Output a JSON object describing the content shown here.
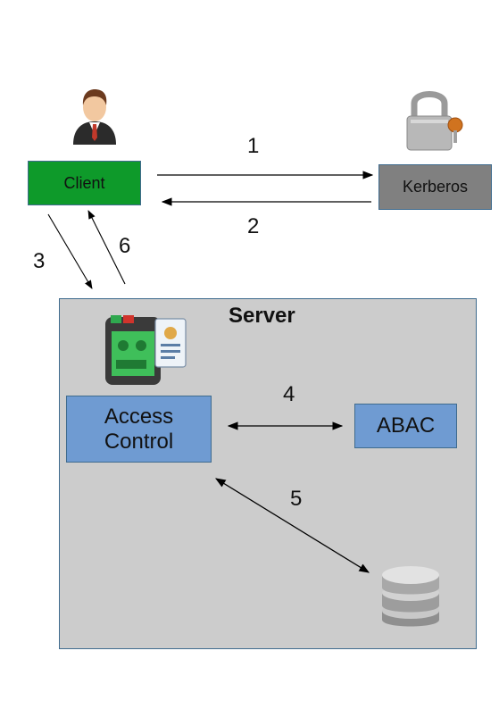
{
  "nodes": {
    "client": "Client",
    "kerberos": "Kerberos",
    "server": "Server",
    "access_control": "Access Control",
    "abac": "ABAC"
  },
  "steps": [
    "1",
    "2",
    "3",
    "4",
    "5",
    "6"
  ],
  "icons": {
    "client": "user-icon",
    "kerberos": "padlock-icon",
    "access_control": "access-card-reader-icon",
    "database": "database-icon"
  },
  "colors": {
    "client_fill": "#0e9a2a",
    "kerberos_fill": "#808080",
    "server_fill": "#cccccc",
    "component_fill": "#6f9bd2",
    "border": "#3f6b8e"
  }
}
